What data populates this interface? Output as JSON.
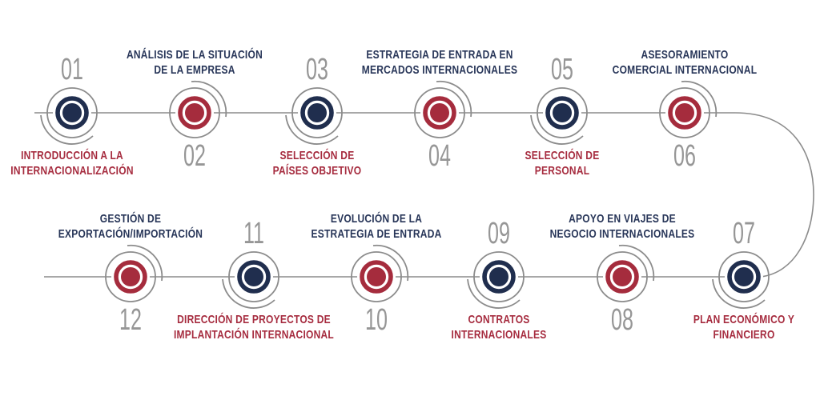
{
  "diagram": {
    "colors": {
      "navy_node": "#202e4e",
      "red_node": "#a52c3d",
      "navy_label": "#273558",
      "red_label": "#a62c3f",
      "line_gray": "#8c8c8c",
      "number_gray": "#969696"
    },
    "steps": [
      {
        "number": "01",
        "label_line1": "INTRODUCCIÓN A LA",
        "label_line2": "INTERNACIONALIZACIÓN",
        "node_color": "navy",
        "label_color": "red"
      },
      {
        "number": "02",
        "label_line1": "ANÁLISIS DE LA SITUACIÓN",
        "label_line2": "DE LA EMPRESA",
        "node_color": "red",
        "label_color": "navy"
      },
      {
        "number": "03",
        "label_line1": "SELECCIÓN DE",
        "label_line2": "PAÍSES OBJETIVO",
        "node_color": "navy",
        "label_color": "red"
      },
      {
        "number": "04",
        "label_line1": "ESTRATEGIA DE ENTRADA EN",
        "label_line2": "MERCADOS INTERNACIONALES",
        "node_color": "red",
        "label_color": "navy"
      },
      {
        "number": "05",
        "label_line1": "SELECCIÓN DE",
        "label_line2": "PERSONAL",
        "node_color": "navy",
        "label_color": "red"
      },
      {
        "number": "06",
        "label_line1": "ASESORAMIENTO",
        "label_line2": "COMERCIAL INTERNACIONAL",
        "node_color": "red",
        "label_color": "navy"
      },
      {
        "number": "07",
        "label_line1": "PLAN ECONÓMICO Y",
        "label_line2": "FINANCIERO",
        "node_color": "navy",
        "label_color": "red"
      },
      {
        "number": "08",
        "label_line1": "APOYO EN VIAJES DE",
        "label_line2": "NEGOCIO INTERNACIONALES",
        "node_color": "red",
        "label_color": "navy"
      },
      {
        "number": "09",
        "label_line1": "CONTRATOS",
        "label_line2": "INTERNACIONALES",
        "node_color": "navy",
        "label_color": "red"
      },
      {
        "number": "10",
        "label_line1": "EVOLUCIÓN DE LA",
        "label_line2": "ESTRATEGIA DE ENTRADA",
        "node_color": "red",
        "label_color": "navy"
      },
      {
        "number": "11",
        "label_line1": "DIRECCIÓN DE PROYECTOS DE",
        "label_line2": "IMPLANTACIÓN INTERNACIONAL",
        "node_color": "navy",
        "label_color": "red"
      },
      {
        "number": "12",
        "label_line1": "GESTIÓN DE",
        "label_line2": "EXPORTACIÓN/IMPORTACIÓN",
        "node_color": "red",
        "label_color": "navy"
      }
    ]
  }
}
